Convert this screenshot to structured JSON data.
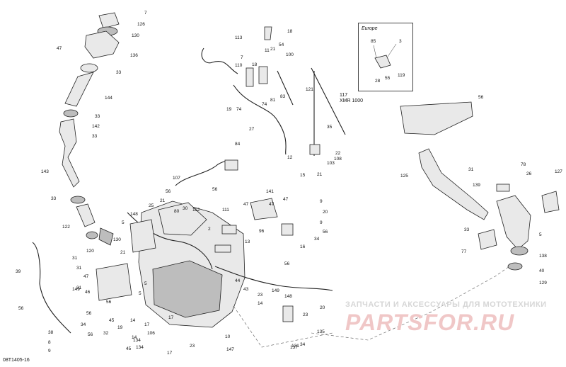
{
  "diagram_code": "08T1405-16",
  "inset": {
    "label": "Europe",
    "callouts": [
      "85",
      "3",
      "28",
      "55",
      "119"
    ]
  },
  "model_note": {
    "line1": "117",
    "line2": "XMR 1000"
  },
  "watermark": {
    "subtitle": "ЗАПЧАСТИ И АКСЕССУАРЫ ДЛЯ МОТОТЕХНИКИ",
    "logo": "PARTSFOR.RU"
  },
  "callouts": [
    "7",
    "126",
    "130",
    "47",
    "136",
    "33",
    "144",
    "33",
    "142",
    "33",
    "143",
    "33",
    "122",
    "120",
    "130",
    "113",
    "11",
    "18",
    "54",
    "21",
    "100",
    "110",
    "7",
    "18",
    "19",
    "74",
    "74",
    "81",
    "83",
    "27",
    "121",
    "35",
    "12",
    "15",
    "21",
    "103",
    "108",
    "22",
    "84",
    "107",
    "56",
    "56",
    "141",
    "47",
    "47",
    "47",
    "111",
    "148",
    "25",
    "21",
    "80",
    "30",
    "112",
    "9",
    "20",
    "9",
    "56",
    "2",
    "96",
    "34",
    "16",
    "13",
    "5",
    "31",
    "31",
    "31",
    "21",
    "46",
    "47",
    "149",
    "5",
    "5",
    "56",
    "39",
    "56",
    "44",
    "43",
    "56",
    "149",
    "148",
    "14",
    "23",
    "14",
    "20",
    "23",
    "135",
    "34",
    "137",
    "56",
    "45",
    "32",
    "17",
    "17",
    "106",
    "34",
    "56",
    "19",
    "14",
    "134",
    "134",
    "17",
    "23",
    "45",
    "38",
    "8",
    "9",
    "10",
    "147",
    "131",
    "56",
    "125",
    "31",
    "78",
    "26",
    "127",
    "139",
    "33",
    "5",
    "77",
    "138",
    "40",
    "129",
    "40"
  ],
  "colors": {
    "line": "#222222",
    "fill": "#e9e9e9",
    "watermark_text": "#d6d6d6",
    "watermark_logo": "#f0c7c7"
  }
}
